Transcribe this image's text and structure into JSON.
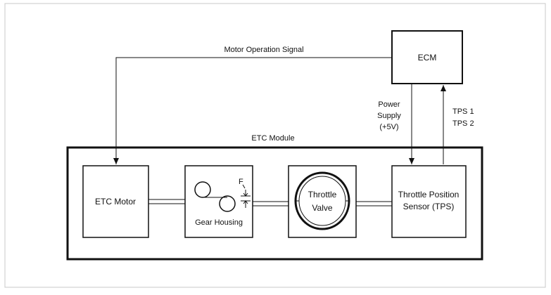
{
  "diagram": {
    "ecm_label": "ECM",
    "motor_signal_label": "Motor Operation Signal",
    "power_supply_lines": [
      "Power",
      "Supply",
      "(+5V)"
    ],
    "tps_signal_lines": [
      "TPS 1",
      "TPS 2"
    ],
    "etc_module_label": "ETC Module",
    "etc_motor_label": "ETC Motor",
    "gear_housing_label": "Gear Housing",
    "gear_gap_label": "F",
    "throttle_valve_lines": [
      "Throttle",
      "Valve"
    ],
    "tps_box_lines": [
      "Throttle Position",
      "Sensor (TPS)"
    ]
  }
}
